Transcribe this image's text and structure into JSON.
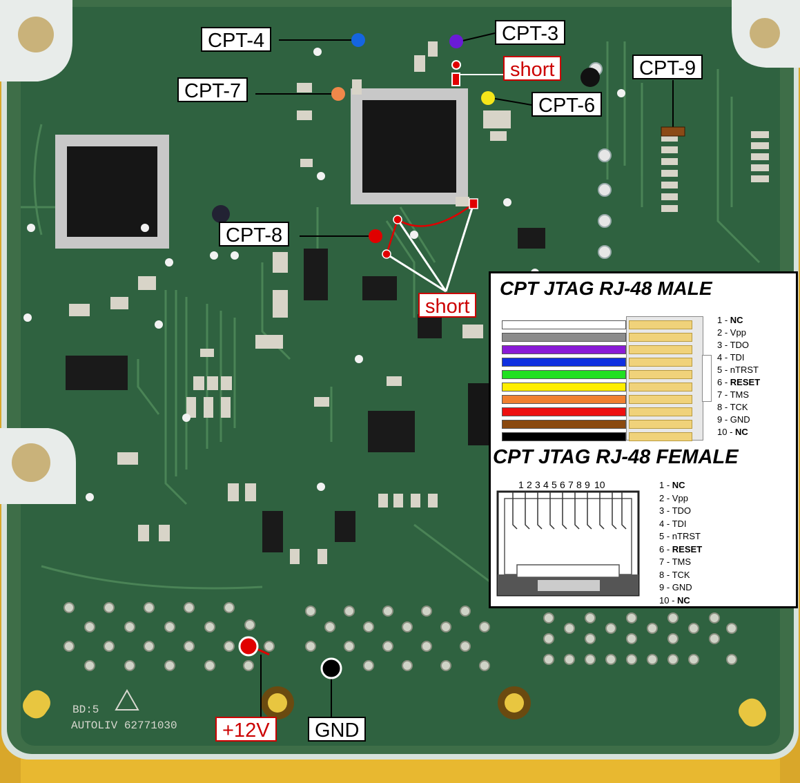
{
  "labels": {
    "cpt4": "CPT-4",
    "cpt3": "CPT-3",
    "cpt7": "CPT-7",
    "cpt6": "CPT-6",
    "cpt9": "CPT-9",
    "cpt8": "CPT-8",
    "short_top": "short",
    "short_mid": "short",
    "plus12v": "+12V",
    "gnd": "GND"
  },
  "board_text": {
    "line1": "BD:5",
    "line2": "AUTOLIV 62771030"
  },
  "colors": {
    "cpt4": "#1565e0",
    "cpt3": "#6a1bd6",
    "cpt7": "#f0884a",
    "cpt6": "#f5e61a",
    "cpt8": "#e00000",
    "cpt9": "#8b4a16",
    "plus12v": "#e00000",
    "gnd": "#000000"
  },
  "panel": {
    "male_title": "CPT JTAG RJ-48 MALE",
    "female_title": "CPT JTAG RJ-48 FEMALE",
    "pins": [
      {
        "num": "1",
        "name": "NC",
        "bold": true,
        "color": "#ffffff"
      },
      {
        "num": "2",
        "name": "Vpp",
        "bold": false,
        "color": "#8c8c8c"
      },
      {
        "num": "3",
        "name": "TDO",
        "bold": false,
        "color": "#8a1bd6"
      },
      {
        "num": "4",
        "name": "TDI",
        "bold": false,
        "color": "#1030e0"
      },
      {
        "num": "5",
        "name": "nTRST",
        "bold": false,
        "color": "#22e022"
      },
      {
        "num": "6",
        "name": "RESET",
        "bold": true,
        "color": "#ffee00"
      },
      {
        "num": "7",
        "name": "TMS",
        "bold": false,
        "color": "#f08030"
      },
      {
        "num": "8",
        "name": "TCK",
        "bold": false,
        "color": "#ee1010"
      },
      {
        "num": "9",
        "name": "GND",
        "bold": false,
        "color": "#8a4a10"
      },
      {
        "num": "10",
        "name": "NC",
        "bold": true,
        "color": "#000000"
      }
    ],
    "female_numbers": [
      "1",
      "2",
      "3",
      "4",
      "5",
      "6",
      "7",
      "8",
      "9",
      "10"
    ]
  }
}
